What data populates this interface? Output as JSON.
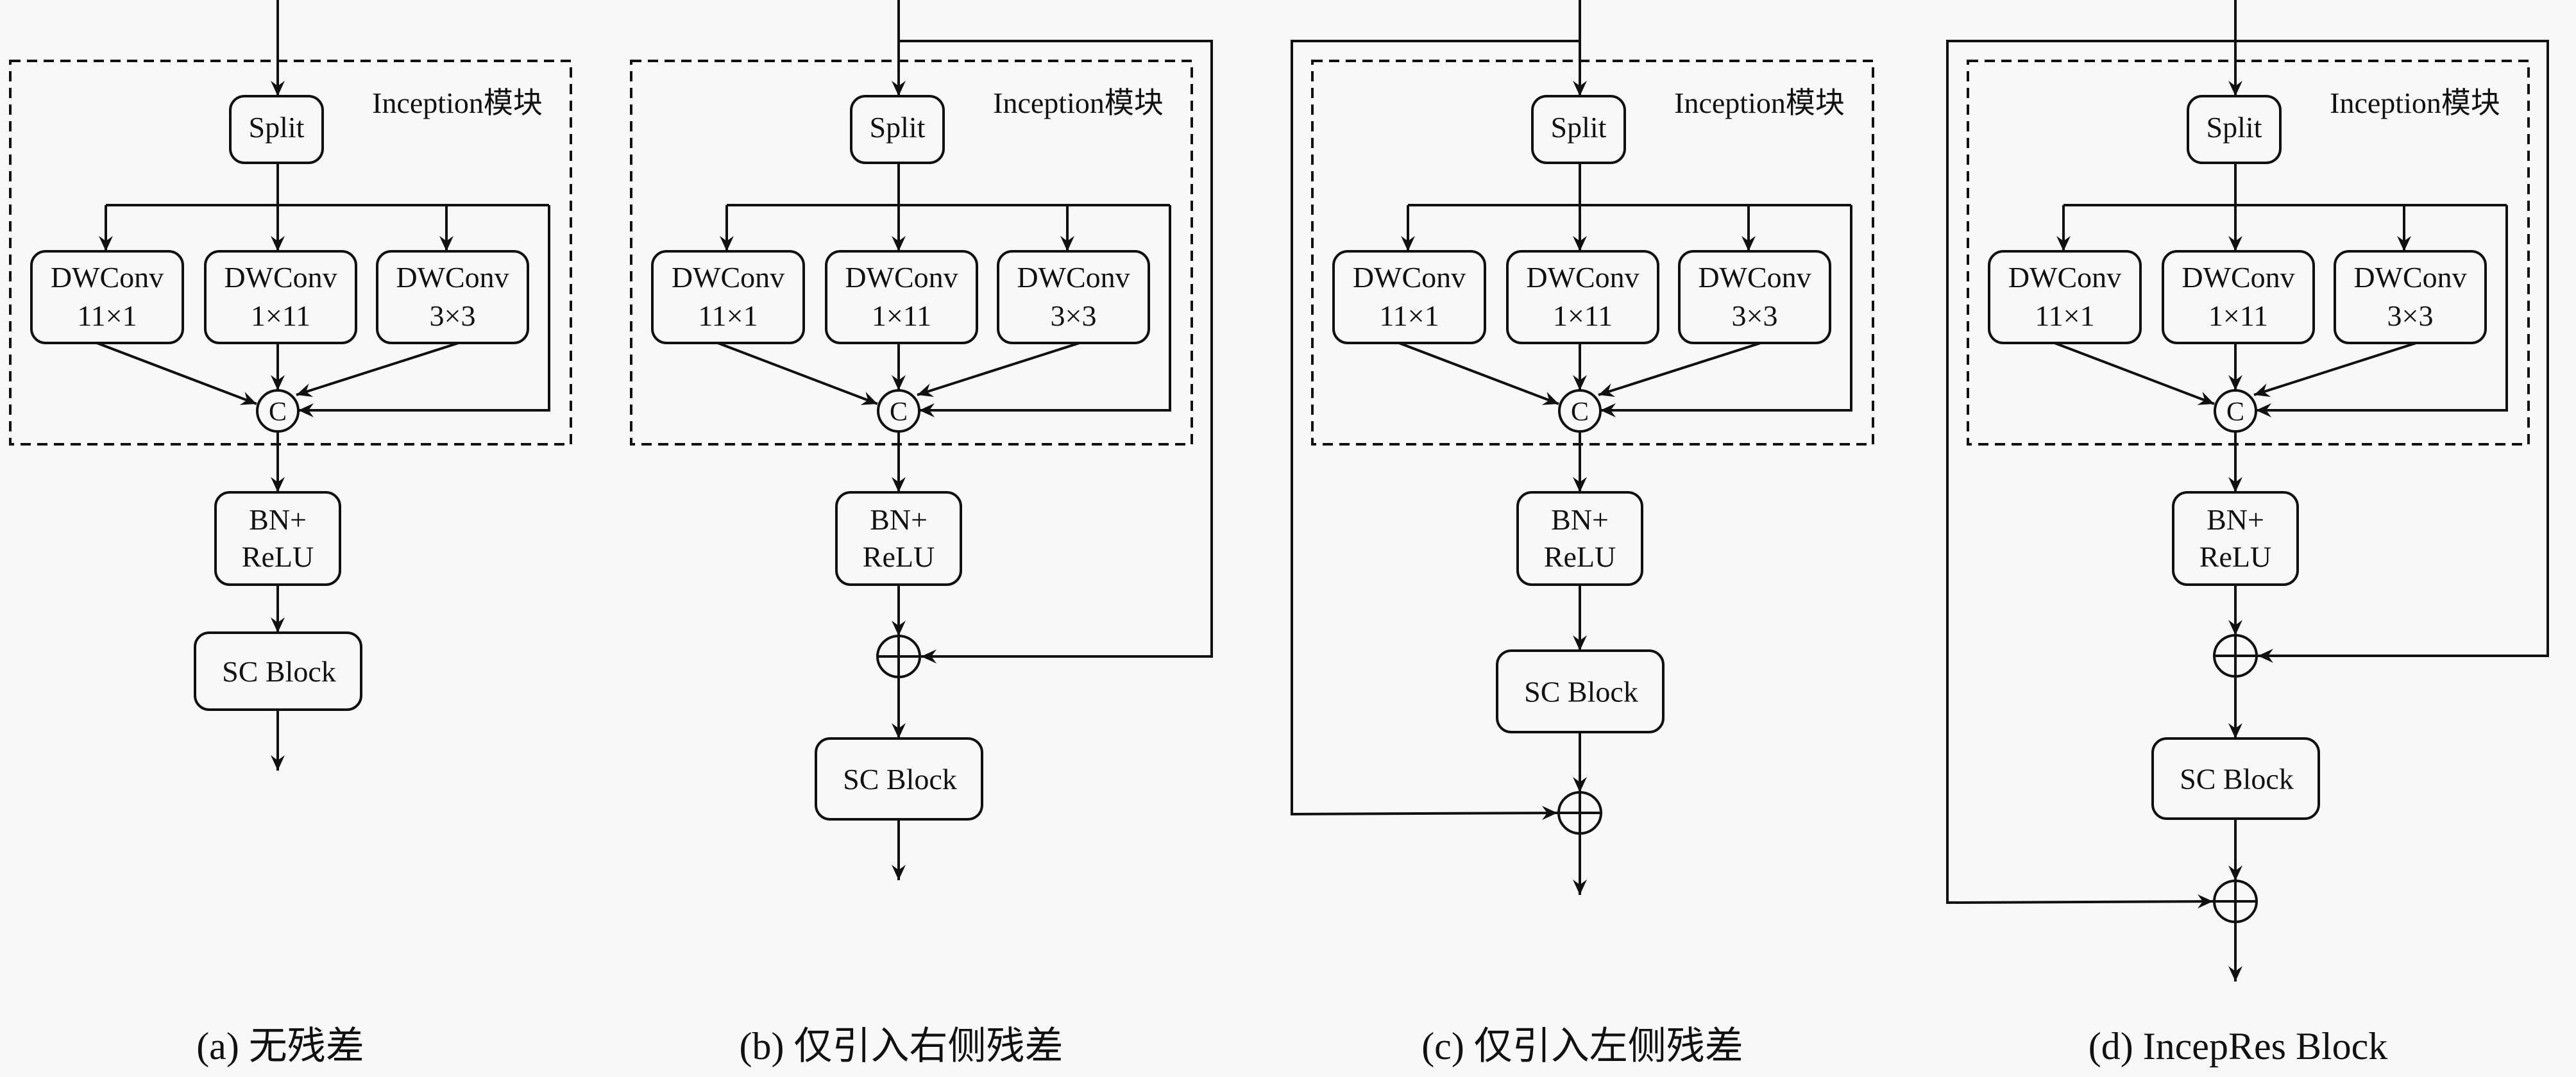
{
  "figure": {
    "module_label": "Inception模块",
    "node_labels": {
      "split": "Split",
      "dwconv": [
        "DWConv",
        "DWConv",
        "DWConv"
      ],
      "dwconv_kernels": [
        "11×1",
        "1×11",
        "3×3"
      ],
      "concat": "C",
      "bn_line1": "BN+",
      "bn_line2": "ReLU",
      "sc_block": "SC Block"
    },
    "panels": [
      {
        "id": "a",
        "caption": "(a) 无残差",
        "right_residual": false,
        "left_residual": false
      },
      {
        "id": "b",
        "caption": "(b) 仅引入右侧残差",
        "right_residual": true,
        "left_residual": false
      },
      {
        "id": "c",
        "caption": "(c) 仅引入左侧残差",
        "right_residual": false,
        "left_residual": true
      },
      {
        "id": "d",
        "caption": "(d) IncepRes Block",
        "right_residual": true,
        "left_residual": true
      }
    ]
  }
}
